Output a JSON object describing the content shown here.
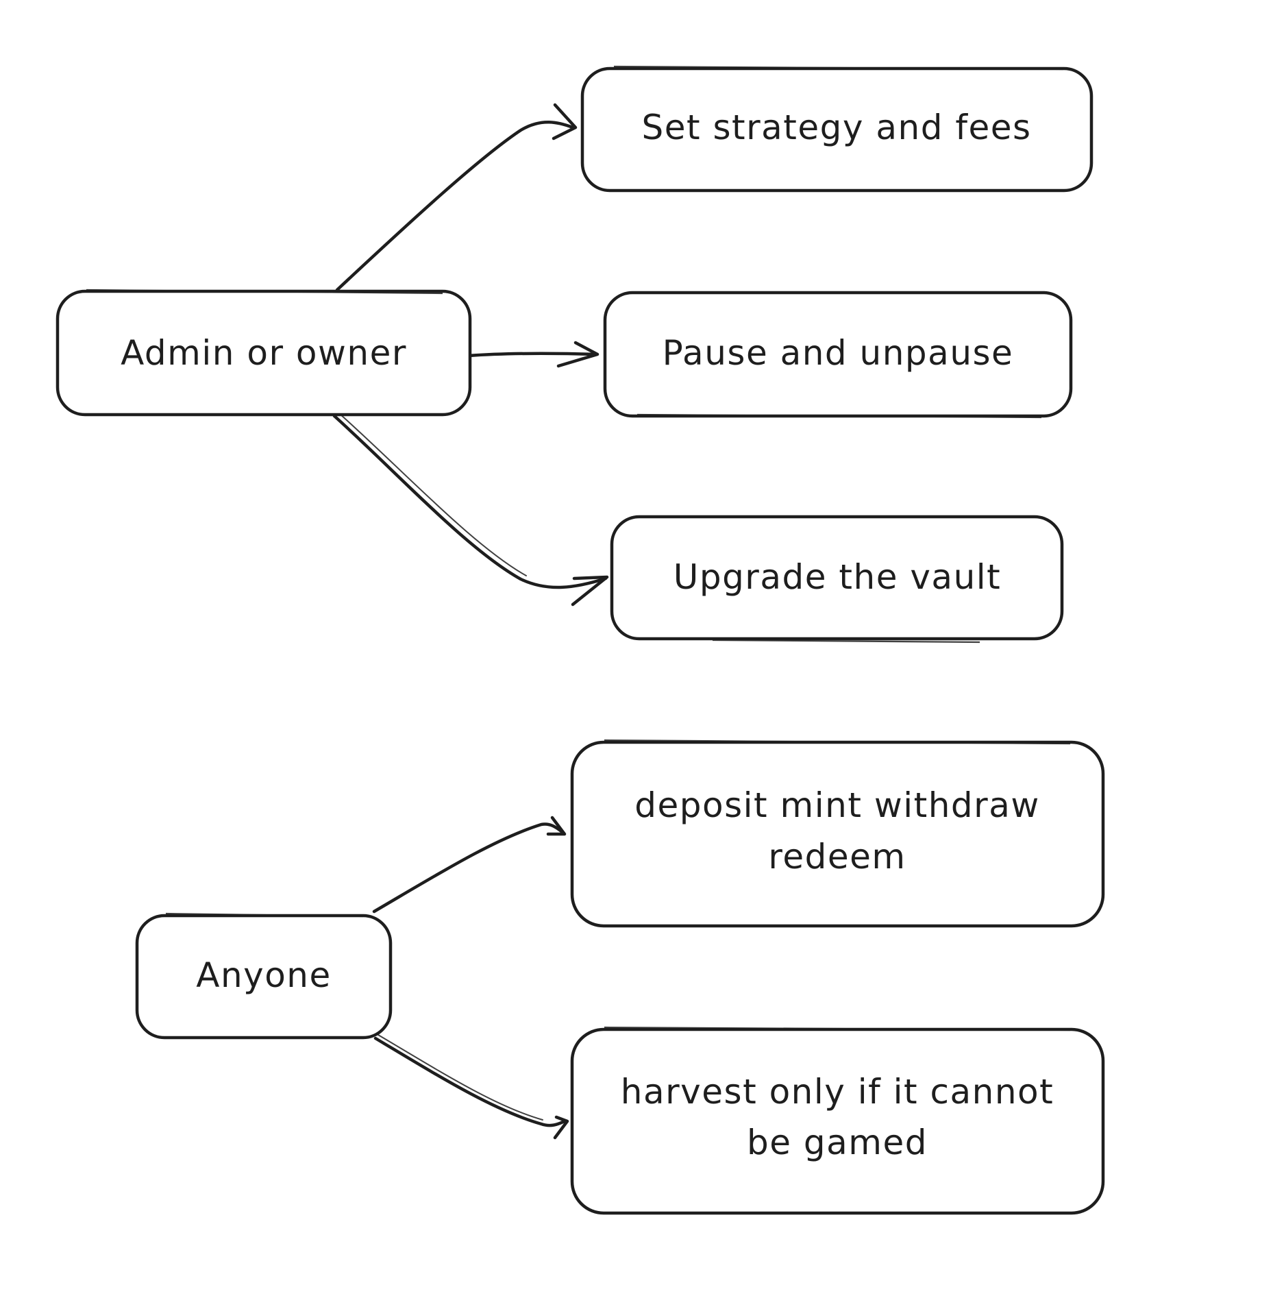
{
  "diagram": {
    "nodes": {
      "admin": {
        "label": "Admin or owner"
      },
      "set_strategy": {
        "label": "Set strategy and fees"
      },
      "pause": {
        "label": "Pause and unpause"
      },
      "upgrade": {
        "label": "Upgrade the vault"
      },
      "anyone": {
        "label": "Anyone"
      },
      "deposit": {
        "lines": [
          "deposit mint withdraw",
          "redeem"
        ]
      },
      "harvest": {
        "lines": [
          "harvest only if it cannot",
          "be gamed"
        ]
      }
    },
    "edges": [
      {
        "from": "admin",
        "to": "set_strategy"
      },
      {
        "from": "admin",
        "to": "pause"
      },
      {
        "from": "admin",
        "to": "upgrade"
      },
      {
        "from": "anyone",
        "to": "deposit"
      },
      {
        "from": "anyone",
        "to": "harvest"
      }
    ],
    "colors": {
      "stroke": "#1e1e1e",
      "background": "#ffffff"
    }
  }
}
